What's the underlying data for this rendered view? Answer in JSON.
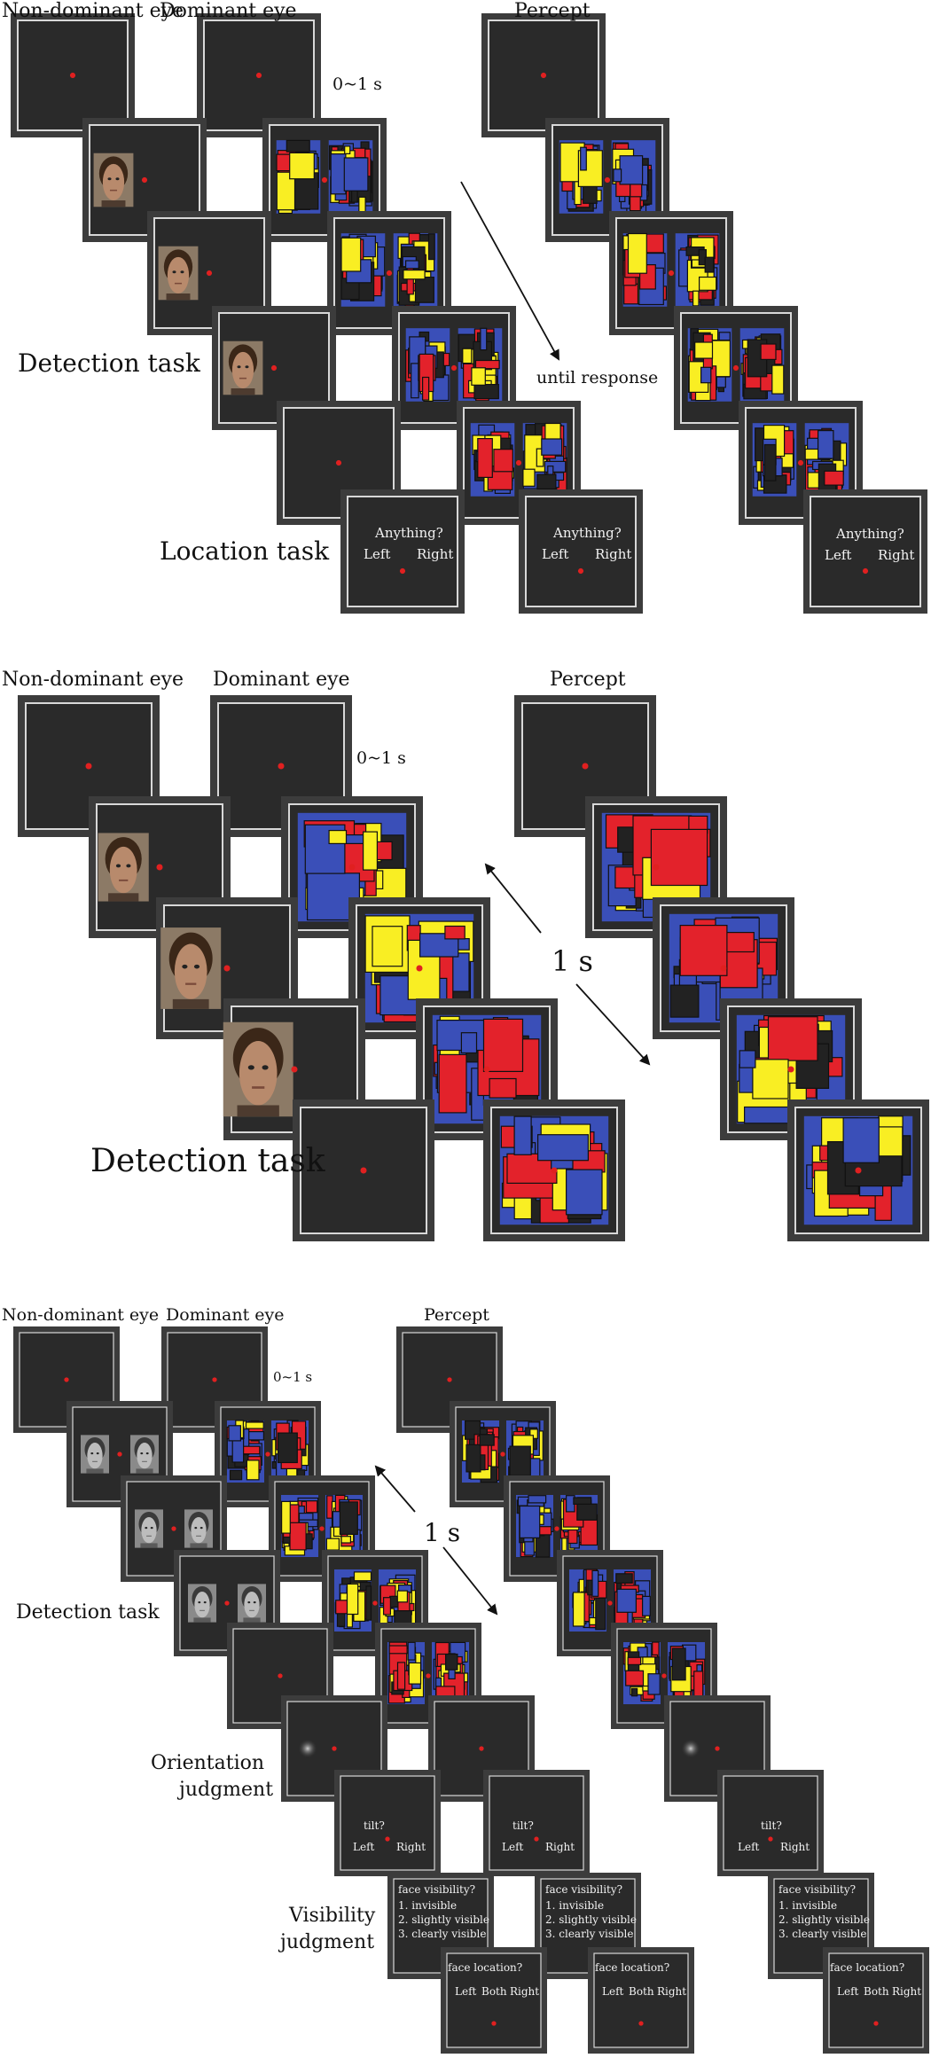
{
  "panel_a": {
    "label_nondominant": "Non-dominant eye",
    "label_dominant": "Dominant eye",
    "label_percept": "Percept",
    "time_label": "0~1 s",
    "until_label": "until response",
    "detection_label": "Detection task",
    "location_label": "Location task",
    "prompt_anything": "Anything?",
    "prompt_left": "Left",
    "prompt_right": "Right"
  },
  "panel_b": {
    "label_nondominant": "Non-dominant eye",
    "label_dominant": "Dominant eye",
    "label_percept": "Percept",
    "time_label": "0~1 s",
    "duration_label": "1 s",
    "detection_label": "Detection task"
  },
  "panel_c": {
    "label_nondominant": "Non-dominant eye",
    "label_dominant": "Dominant eye",
    "label_percept": "Percept",
    "time_label": "0~1 s",
    "duration_label": "1 s",
    "detection_label": "Detection task",
    "orientation_label_1": "Orientation",
    "orientation_label_2": "judgment",
    "visibility_label_1": "Visibility",
    "visibility_label_2": "judgment",
    "prompt_tilt": "tilt?",
    "prompt_left": "Left",
    "prompt_right": "Right",
    "prompt_both": "Both",
    "prompt_face_visibility": "face visibility?",
    "option_1": "1. invisible",
    "option_2": "2. slightly visible",
    "option_3": "3. clearly visible",
    "prompt_face_location": "face location?"
  },
  "colors": {
    "screen_bg": "#2a2a2a",
    "frame_border": "#3c3c3c",
    "inner_line": "#d8d8d8",
    "fixation": "#e02020",
    "mondrian_red": "#e3222b",
    "mondrian_yellow": "#f9ee23",
    "mondrian_blue": "#3a4fb8",
    "skin": "#b88a6c",
    "hair": "#3b2718"
  }
}
